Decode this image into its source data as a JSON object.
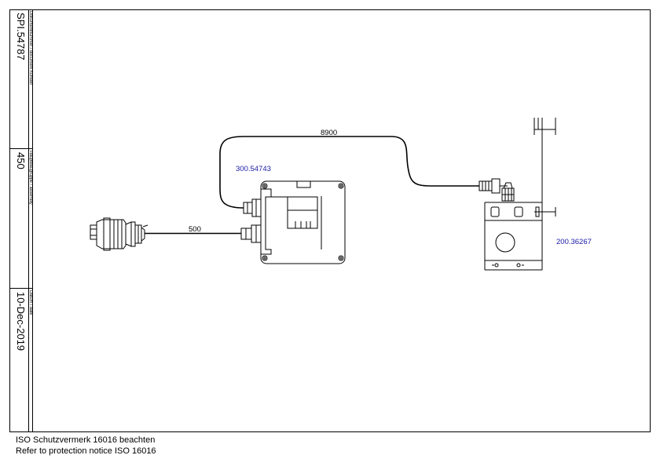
{
  "title_block": {
    "document": {
      "caption": "Dokumentnummer / document number",
      "value": "SPI.54787"
    },
    "assembly": {
      "caption": "Hauptbaugruppe / assembly",
      "value": "450"
    },
    "date": {
      "caption": "Datum / date",
      "value": "10-Dec-2019"
    }
  },
  "drawing": {
    "cable_short_length": "500",
    "cable_long_length": "8900",
    "control_box_part": "300.54743",
    "bracket_part": "200.36267",
    "ink_color": "#000000",
    "part_number_color": "#1a1aa6"
  },
  "footer": {
    "line1": "ISO Schutzvermerk 16016 beachten",
    "line2": "Refer to protection notice ISO 16016"
  }
}
